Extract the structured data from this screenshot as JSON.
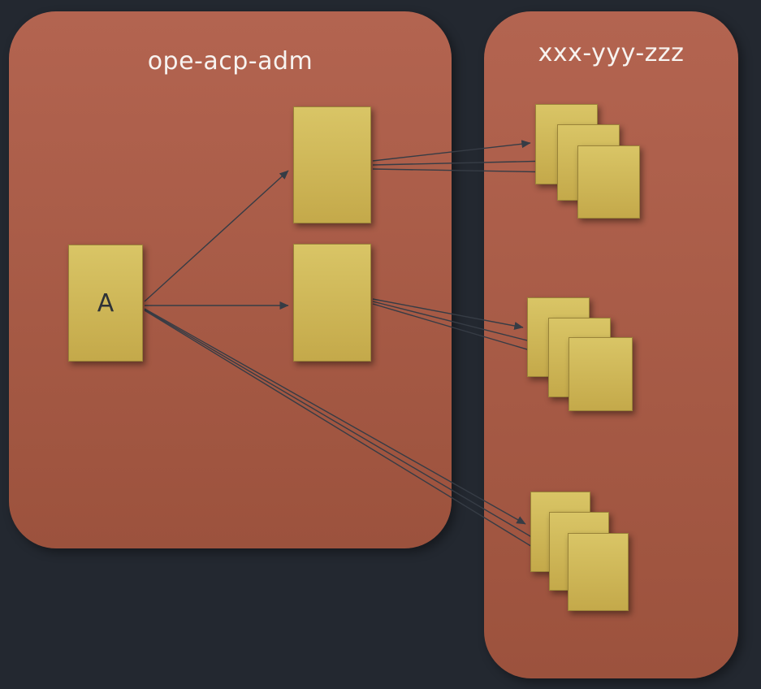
{
  "diagram": {
    "clusters": [
      {
        "id": "cluster-left",
        "label": "ope-acp-adm"
      },
      {
        "id": "cluster-right",
        "label": "xxx-yyy-zzz"
      }
    ],
    "nodes": [
      {
        "id": "A",
        "label": "A",
        "cluster": "ope-acp-adm"
      },
      {
        "id": "node-top",
        "label": "",
        "cluster": "ope-acp-adm"
      },
      {
        "id": "node-middle",
        "label": "",
        "cluster": "ope-acp-adm"
      }
    ],
    "stacks": [
      {
        "id": "stack-top",
        "cluster": "xxx-yyy-zzz",
        "paper_count": 3
      },
      {
        "id": "stack-middle",
        "cluster": "xxx-yyy-zzz",
        "paper_count": 3
      },
      {
        "id": "stack-bottom",
        "cluster": "xxx-yyy-zzz",
        "paper_count": 3
      }
    ],
    "edges": [
      {
        "from": "A",
        "to": "node-top",
        "count": 1
      },
      {
        "from": "A",
        "to": "node-middle",
        "count": 1
      },
      {
        "from": "A",
        "to": "stack-bottom",
        "count": 3
      },
      {
        "from": "node-top",
        "to": "stack-top",
        "count": 3
      },
      {
        "from": "node-middle",
        "to": "stack-middle",
        "count": 3
      }
    ],
    "colors": {
      "background": "#232830",
      "cluster_fill_top": "#b36450",
      "cluster_fill_bottom": "#9c523d",
      "cluster_label_text": "#f7f3f0",
      "node_fill_top": "#d9c566",
      "node_fill_bottom": "#c4a94a",
      "node_border": "#9a8438",
      "node_label_text": "#2e3237",
      "edge_stroke": "#363c45"
    }
  }
}
